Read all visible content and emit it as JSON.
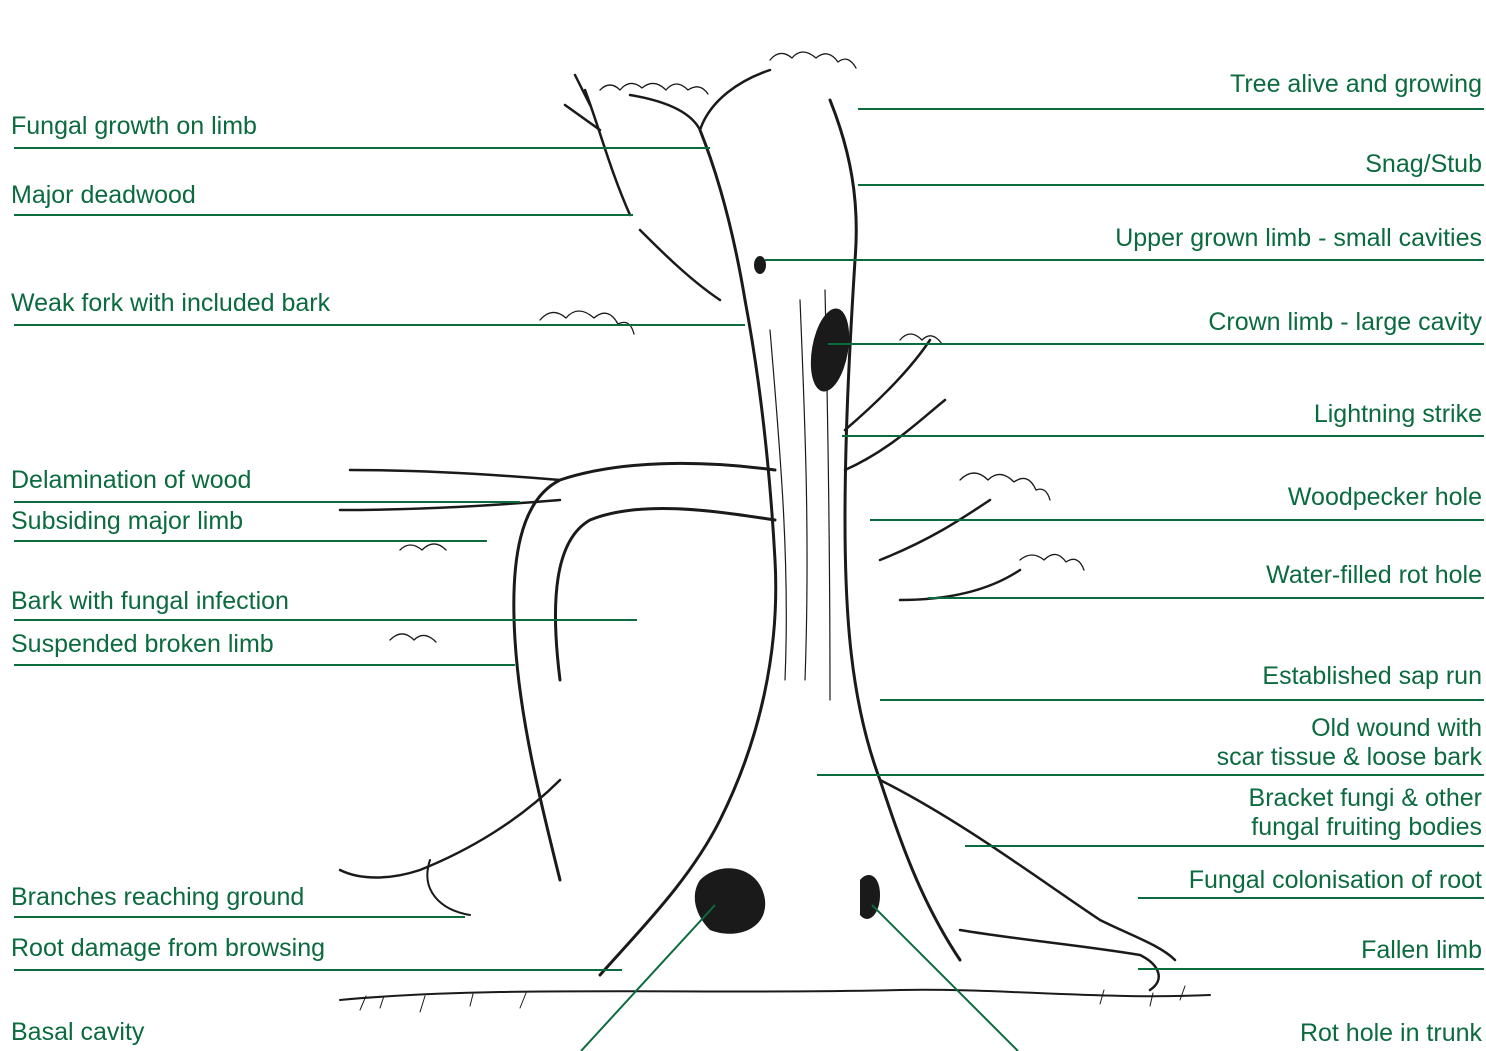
{
  "colors": {
    "label": "#0b6b3f",
    "ink": "#1a1a1a",
    "background": "#ffffff"
  },
  "labels_left": [
    "Fungal growth on limb",
    "Major deadwood",
    "Weak fork with included bark",
    "Delamination of wood",
    "Subsiding major limb",
    "Bark with fungal infection",
    "Suspended broken limb",
    "Branches reaching ground",
    "Root damage from browsing",
    "Basal cavity"
  ],
  "labels_right": [
    "Tree alive and growing",
    "Snag/Stub",
    "Upper grown limb - small cavities",
    "Crown limb - large cavity",
    "Lightning strike",
    "Woodpecker hole",
    "Water-filled rot hole",
    "Established sap run",
    [
      "Old wound with",
      "scar tissue & loose bark"
    ],
    [
      "Bracket fungi & other",
      "fungal fruiting bodies"
    ],
    "Fungal colonisation of root",
    "Fallen limb",
    "Rot hole in trunk"
  ]
}
